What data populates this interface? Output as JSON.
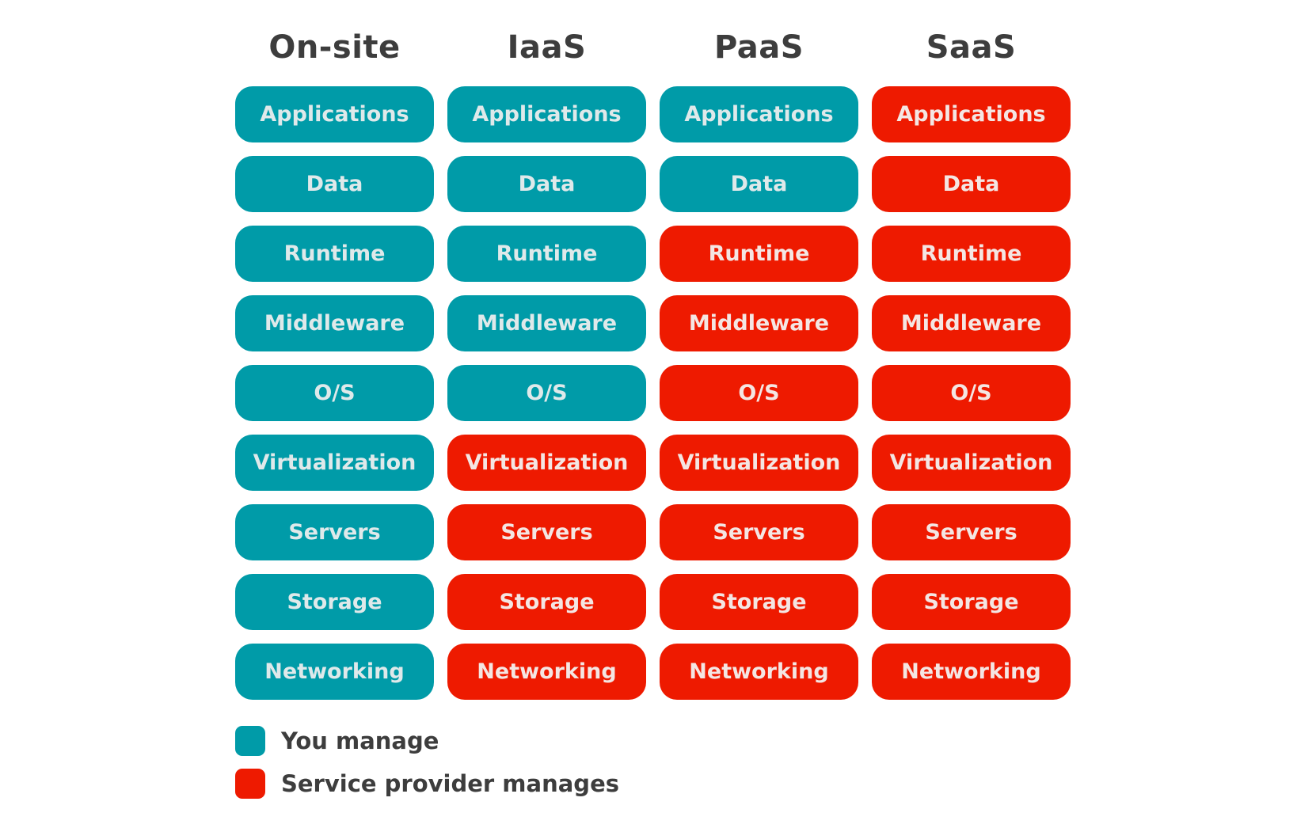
{
  "colors": {
    "you_manage": "#009ba8",
    "provider_manages": "#ee1a00",
    "heading_text": "#3d3d3d"
  },
  "columns": [
    {
      "title": "On-site",
      "layers": [
        {
          "label": "Applications",
          "managed_by": "you"
        },
        {
          "label": "Data",
          "managed_by": "you"
        },
        {
          "label": "Runtime",
          "managed_by": "you"
        },
        {
          "label": "Middleware",
          "managed_by": "you"
        },
        {
          "label": "O/S",
          "managed_by": "you"
        },
        {
          "label": "Virtualization",
          "managed_by": "you"
        },
        {
          "label": "Servers",
          "managed_by": "you"
        },
        {
          "label": "Storage",
          "managed_by": "you"
        },
        {
          "label": "Networking",
          "managed_by": "you"
        }
      ]
    },
    {
      "title": "IaaS",
      "layers": [
        {
          "label": "Applications",
          "managed_by": "you"
        },
        {
          "label": "Data",
          "managed_by": "you"
        },
        {
          "label": "Runtime",
          "managed_by": "you"
        },
        {
          "label": "Middleware",
          "managed_by": "you"
        },
        {
          "label": "O/S",
          "managed_by": "you"
        },
        {
          "label": "Virtualization",
          "managed_by": "provider"
        },
        {
          "label": "Servers",
          "managed_by": "provider"
        },
        {
          "label": "Storage",
          "managed_by": "provider"
        },
        {
          "label": "Networking",
          "managed_by": "provider"
        }
      ]
    },
    {
      "title": "PaaS",
      "layers": [
        {
          "label": "Applications",
          "managed_by": "you"
        },
        {
          "label": "Data",
          "managed_by": "you"
        },
        {
          "label": "Runtime",
          "managed_by": "provider"
        },
        {
          "label": "Middleware",
          "managed_by": "provider"
        },
        {
          "label": "O/S",
          "managed_by": "provider"
        },
        {
          "label": "Virtualization",
          "managed_by": "provider"
        },
        {
          "label": "Servers",
          "managed_by": "provider"
        },
        {
          "label": "Storage",
          "managed_by": "provider"
        },
        {
          "label": "Networking",
          "managed_by": "provider"
        }
      ]
    },
    {
      "title": "SaaS",
      "layers": [
        {
          "label": "Applications",
          "managed_by": "provider"
        },
        {
          "label": "Data",
          "managed_by": "provider"
        },
        {
          "label": "Runtime",
          "managed_by": "provider"
        },
        {
          "label": "Middleware",
          "managed_by": "provider"
        },
        {
          "label": "O/S",
          "managed_by": "provider"
        },
        {
          "label": "Virtualization",
          "managed_by": "provider"
        },
        {
          "label": "Servers",
          "managed_by": "provider"
        },
        {
          "label": "Storage",
          "managed_by": "provider"
        },
        {
          "label": "Networking",
          "managed_by": "provider"
        }
      ]
    }
  ],
  "legend": {
    "you_manage": "You manage",
    "provider_manages": "Service provider manages"
  }
}
